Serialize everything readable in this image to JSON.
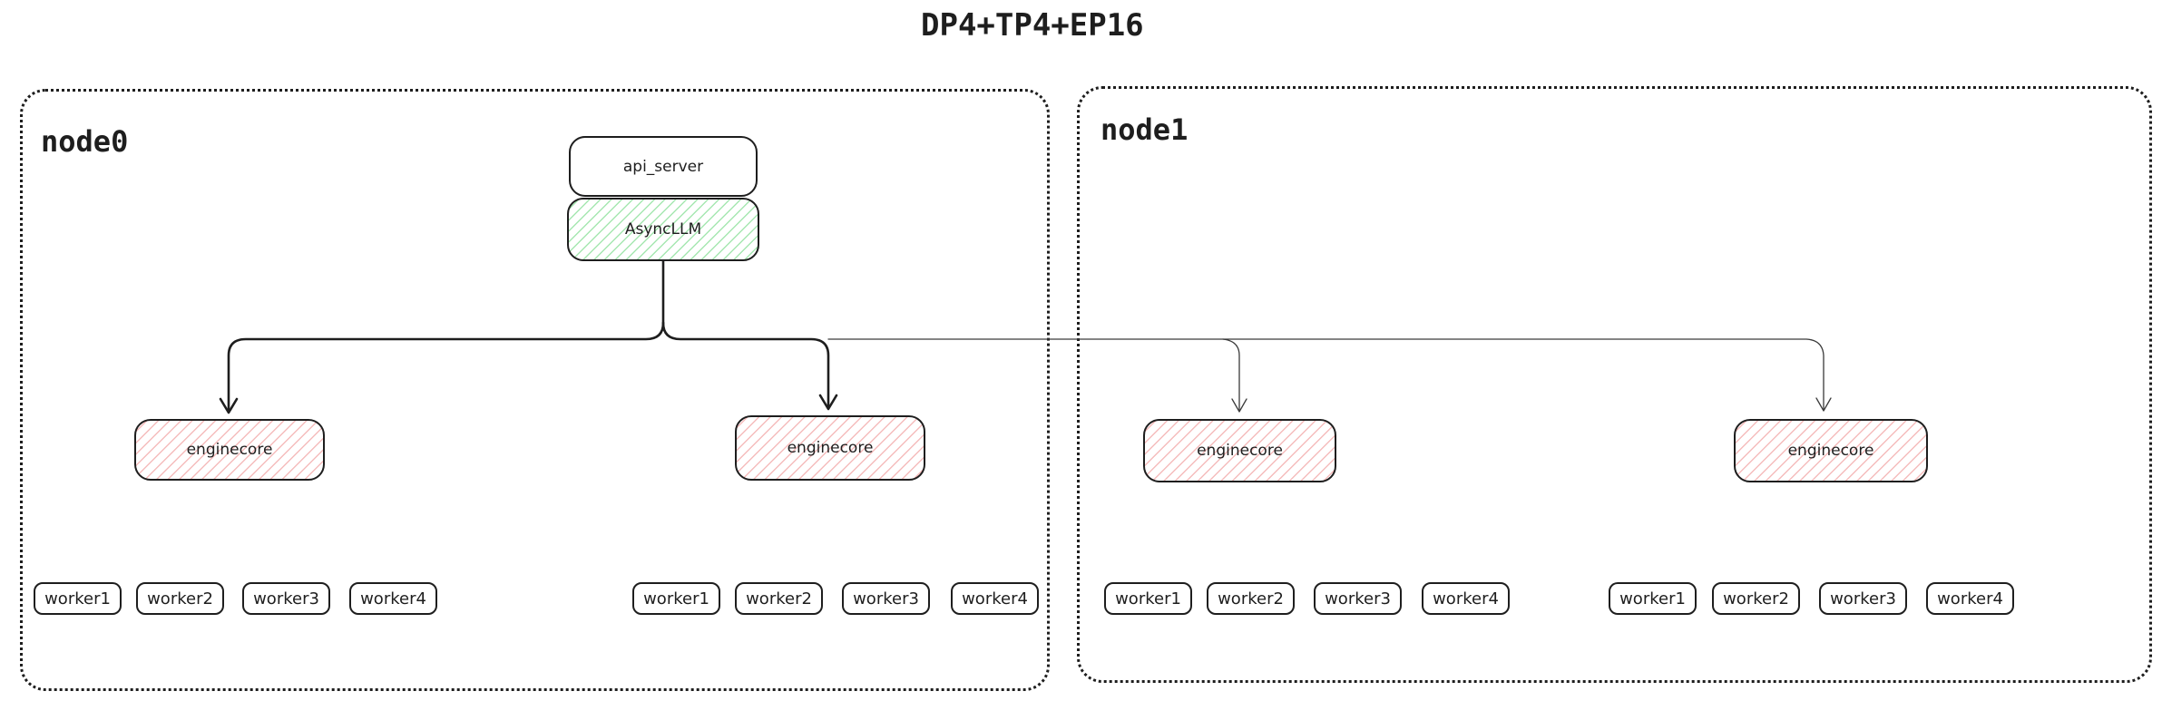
{
  "title": "DP4+TP4+EP16",
  "colors": {
    "ink": "#1e1e1e",
    "async_llm_hatch_green": "#a6e7b1",
    "enginecore_hatch_red": "#f5bcbc"
  },
  "nodes": [
    {
      "label": "node0",
      "api_server": "api_server",
      "async_llm": "AsyncLLM",
      "enginecores": [
        {
          "label": "enginecore",
          "workers": [
            "worker1",
            "worker2",
            "worker3",
            "worker4"
          ]
        },
        {
          "label": "enginecore",
          "workers": [
            "worker1",
            "worker2",
            "worker3",
            "worker4"
          ]
        }
      ]
    },
    {
      "label": "node1",
      "enginecores": [
        {
          "label": "enginecore",
          "workers": [
            "worker1",
            "worker2",
            "worker3",
            "worker4"
          ]
        },
        {
          "label": "enginecore",
          "workers": [
            "worker1",
            "worker2",
            "worker3",
            "worker4"
          ]
        }
      ]
    }
  ]
}
